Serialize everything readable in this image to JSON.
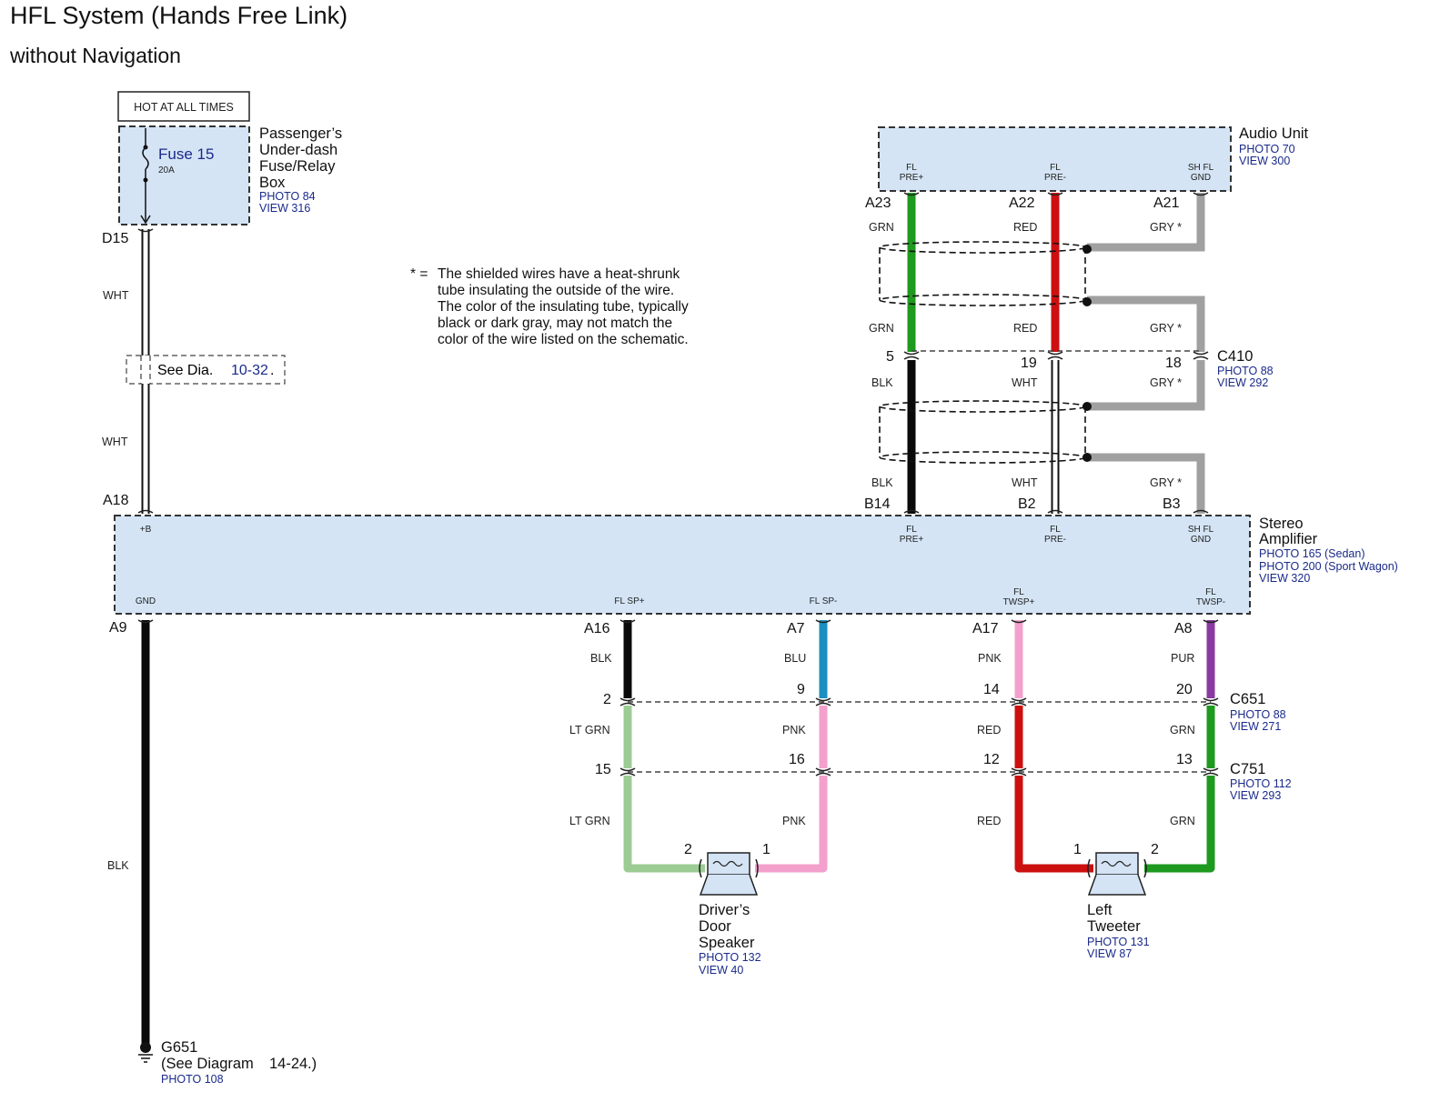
{
  "title": "HFL System (Hands Free Link)",
  "subtitle": "without Navigation",
  "hot_label": "HOT AT ALL TIMES",
  "fuse_box": {
    "fuse_name": "Fuse 15",
    "fuse_rating": "20A",
    "name_lines": [
      "Passenger’s",
      "Under-dash",
      "Fuse/Relay",
      "Box"
    ],
    "photo": "PHOTO 84",
    "view": "VIEW 316"
  },
  "audio_unit": {
    "name": "Audio Unit",
    "photo": "PHOTO 70",
    "view": "VIEW 300",
    "pins": [
      {
        "line1": "FL",
        "line2": "PRE+",
        "connector": "A23"
      },
      {
        "line1": "FL",
        "line2": "PRE-",
        "connector": "A22"
      },
      {
        "line1": "SH FL",
        "line2": "GND",
        "connector": "A21"
      }
    ]
  },
  "stereo_amp": {
    "name_lines": [
      "Stereo",
      "Amplifier"
    ],
    "photos": [
      "PHOTO 165 (Sedan)",
      "PHOTO 200 (Sport Wagon)",
      "VIEW 320"
    ],
    "top_pins": [
      {
        "line1": "+B",
        "line2": ""
      },
      {
        "line1": "FL",
        "line2": "PRE+"
      },
      {
        "line1": "FL",
        "line2": "PRE-"
      },
      {
        "line1": "SH FL",
        "line2": "GND"
      }
    ],
    "bottom_pins": [
      {
        "line1": "GND",
        "line2": ""
      },
      {
        "line1": "FL SP+",
        "line2": ""
      },
      {
        "line1": "FL SP-",
        "line2": ""
      },
      {
        "line1": "FL",
        "line2": "TWSP+"
      },
      {
        "line1": "FL",
        "line2": "TWSP-"
      }
    ]
  },
  "see_dia": {
    "text": "See Dia.",
    "ref": "10-32",
    "dot": "."
  },
  "note": {
    "marker": "* =",
    "lines": [
      "The shielded wires have a heat-shrunk",
      "tube insulating the outside of the wire.",
      "The color of the insulating tube, typically",
      "black or dark gray, may not match the",
      "color of the wire listed on the schematic."
    ]
  },
  "connectors": {
    "c410": {
      "name": "C410",
      "photo": "PHOTO 88",
      "view": "VIEW 292"
    },
    "c651": {
      "name": "C651",
      "photo": "PHOTO 88",
      "view": "VIEW 271"
    },
    "c751": {
      "name": "C751",
      "photo": "PHOTO 112",
      "view": "VIEW 293"
    }
  },
  "pin_labels": {
    "d15": "D15",
    "a18": "A18",
    "a9": "A9",
    "b14": "B14",
    "b2": "B2",
    "b3": "B3",
    "a16": "A16",
    "a7": "A7",
    "a17": "A17",
    "a8": "A8",
    "c410_5": "5",
    "c410_19": "19",
    "c410_18": "18",
    "c651_2": "2",
    "c651_9": "9",
    "c651_14": "14",
    "c651_20": "20",
    "c751_15": "15",
    "c751_16": "16",
    "c751_12": "12",
    "c751_13": "13",
    "spk_2": "2",
    "spk_1": "1",
    "tw_1": "1",
    "tw_2": "2"
  },
  "wire_labels": {
    "wht1": "WHT",
    "wht2": "WHT",
    "grn1": "GRN",
    "red1": "RED",
    "gry1": "GRY *",
    "grn2": "GRN",
    "red2": "RED",
    "gry2": "GRY *",
    "blk1": "BLK",
    "wht3": "WHT",
    "gry3": "GRY *",
    "blk2": "BLK",
    "wht4": "WHT",
    "gry4": "GRY *",
    "blk_gnd": "BLK",
    "blk_sp": "BLK",
    "blu_sp": "BLU",
    "pnk_tw": "PNK",
    "pur_tw": "PUR",
    "ltgrn1": "LT GRN",
    "pnk1": "PNK",
    "red3": "RED",
    "grn3": "GRN",
    "ltgrn2": "LT GRN",
    "pnk2": "PNK",
    "red4": "RED",
    "grn4": "GRN"
  },
  "speaker": {
    "name_lines": [
      "Driver’s",
      "Door",
      "Speaker"
    ],
    "photo": "PHOTO 132",
    "view": "VIEW 40"
  },
  "tweeter": {
    "name_lines": [
      "Left",
      "Tweeter"
    ],
    "photo": "PHOTO 131",
    "view": "VIEW 87"
  },
  "ground": {
    "name": "G651",
    "see": "(See Diagram",
    "ref": "14-24",
    "close": ".)",
    "photo": "PHOTO 108"
  },
  "colors": {
    "component_fill": "#d4e4f5",
    "link_text": "#1a2a8a",
    "wire_green": "#1e9a1e",
    "wire_red": "#cc1010",
    "wire_gray": "#a0a0a0",
    "wire_black": "#0a0a0a",
    "wire_blue": "#1a90c0",
    "wire_pink": "#f4a0cc",
    "wire_purple": "#8a3aa0",
    "wire_light_green": "#9ccc94"
  }
}
